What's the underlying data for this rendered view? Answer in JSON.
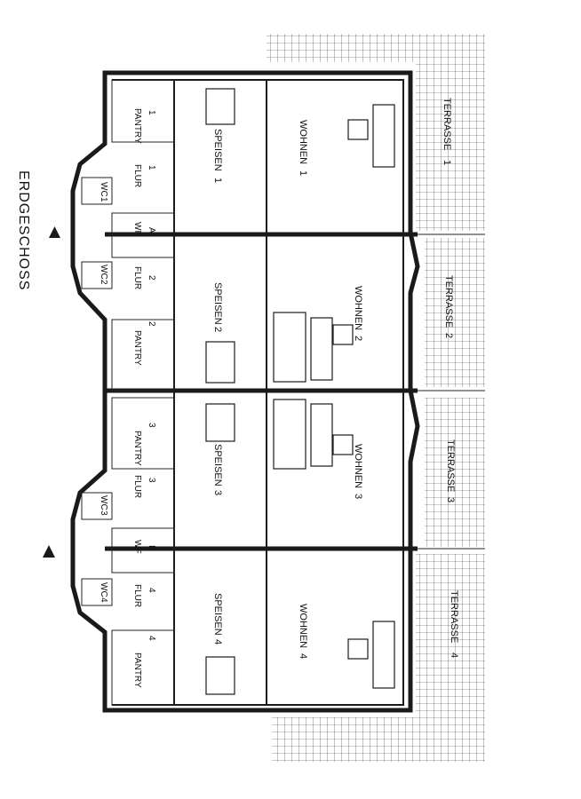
{
  "title": "ERDGESCHOSS",
  "units": [
    {
      "pantry": "PANTRY",
      "pantry_num": "1",
      "flur": "FLUR",
      "flur_num": "1",
      "wc": "WC",
      "wc_num": "1",
      "speisen": "SPEISEN",
      "speisen_num": "1",
      "wohnen": "WOHNEN",
      "wohnen_num": "1",
      "terrasse": "TERRASSE",
      "terrasse_num": "1"
    },
    {
      "pantry": "PANTRY",
      "pantry_num": "2",
      "flur": "FLUR",
      "flur_num": "2",
      "wc": "WC",
      "wc_num": "2",
      "speisen": "SPEISEN",
      "speisen_num": "2",
      "wohnen": "WOHNEN",
      "wohnen_num": "2",
      "terrasse": "TERRASSE",
      "terrasse_num": "2"
    },
    {
      "pantry": "PANTRY",
      "pantry_num": "3",
      "flur": "FLUR",
      "flur_num": "3",
      "wc": "WC",
      "wc_num": "3",
      "speisen": "SPEISEN",
      "speisen_num": "3",
      "wohnen": "WOHNEN",
      "wohnen_num": "3",
      "terrasse": "TERRASSE",
      "terrasse_num": "3"
    },
    {
      "pantry": "PANTRY",
      "pantry_num": "4",
      "flur": "FLUR",
      "flur_num": "4",
      "wc": "WC",
      "wc_num": "4",
      "speisen": "SPEISEN",
      "speisen_num": "4",
      "wohnen": "WOHNEN",
      "wohnen_num": "4",
      "terrasse": "TERRASSE",
      "terrasse_num": "4"
    }
  ],
  "entrances": [
    {
      "label": "WF",
      "letter": "A"
    },
    {
      "label": "WF",
      "letter": "B"
    }
  ]
}
